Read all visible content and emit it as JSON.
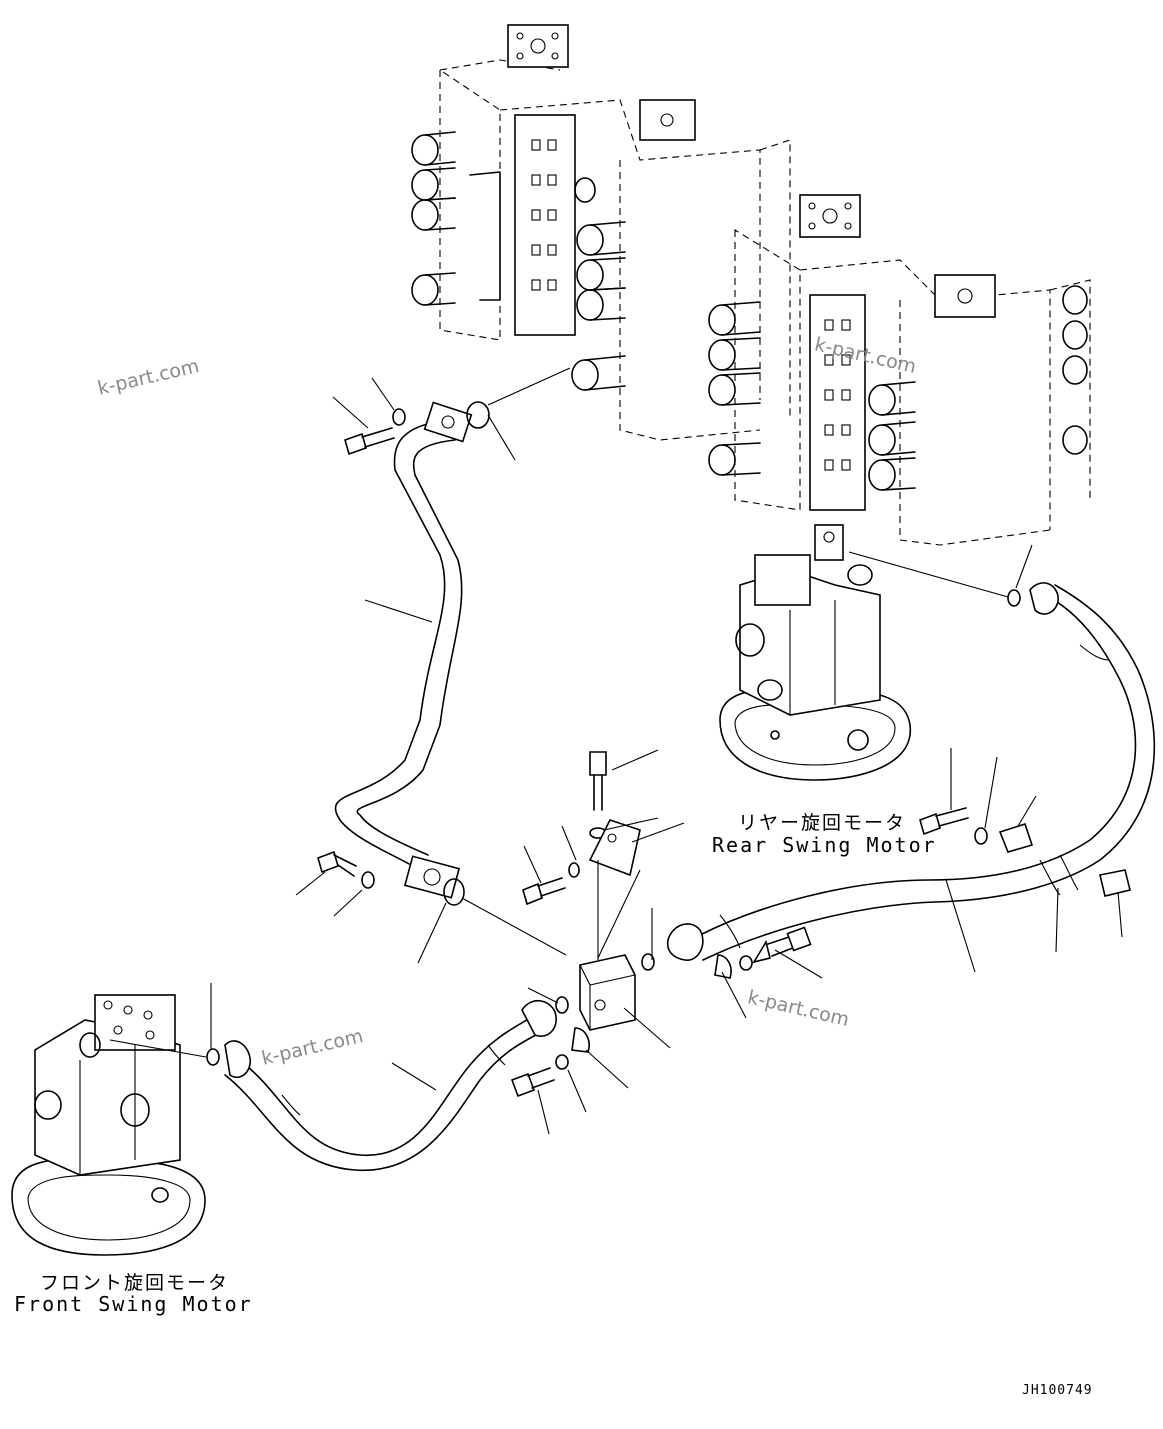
{
  "labels": {
    "rear_motor_jp": "リヤー旋回モータ",
    "rear_motor_en": "Rear Swing Motor",
    "front_motor_jp": "フロント旋回モータ",
    "front_motor_en": "Front Swing Motor"
  },
  "watermark": "k-part.com",
  "drawing_code": "JH100749"
}
